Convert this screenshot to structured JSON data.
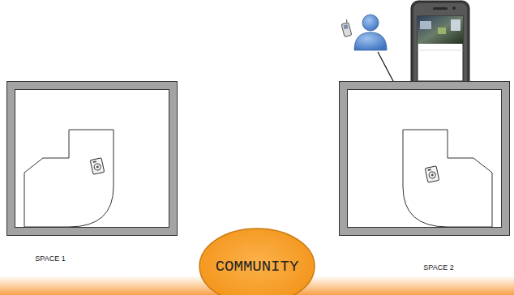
{
  "diagram": {
    "nodes": [
      {
        "text": [
          "SPACE 1"
        ]
      },
      {
        "text": [
          "COMMUNITY"
        ]
      },
      {
        "text": [
          "SPACE 2"
        ]
      }
    ]
  }
}
